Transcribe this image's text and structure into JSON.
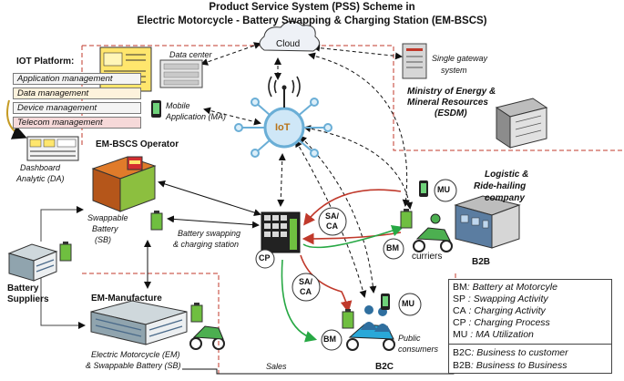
{
  "title": {
    "line1": "Product Service System (PSS) Scheme in",
    "line2": "Electric Motorcycle - Battery Swapping & Charging Station (EM-BSCS)"
  },
  "iot_platform": {
    "heading": "IOT Platform:",
    "items": [
      {
        "label": "Application management",
        "color": "#f4f4f4"
      },
      {
        "label": "Data management",
        "color": "#fdf2dc"
      },
      {
        "label": "Device management",
        "color": "#f4f4f4"
      },
      {
        "label": "Telecom management",
        "color": "#f6d9d9"
      }
    ],
    "dashboard_label_1": "Dashboard",
    "dashboard_label_2": "Analytic (DA)"
  },
  "nodes": {
    "cloud": "Cloud",
    "data_center": "Data center",
    "mobile_app_1": "Mobile",
    "mobile_app_2": "Application (MA)",
    "iot": "IoT",
    "gateway_1": "Single gateway",
    "gateway_2": "system",
    "ministry_1": "Ministry of Energy &",
    "ministry_2": "Mineral Resources",
    "ministry_3": "(ESDM)",
    "operator": "EM-BSCS Operator",
    "swappable_1": "Swappable",
    "swappable_2": "Battery",
    "swappable_3": "(SB)",
    "station_1": "Battery swapping",
    "station_2": "& charging  station",
    "cp": "CP",
    "sa_ca": "SA/",
    "sa_ca_2": "CA",
    "logistic_1": "Logistic &",
    "logistic_2": "Ride-hailing",
    "logistic_3": "company",
    "mu": "MU",
    "bm": "BM",
    "curriers": "curriers",
    "b2b": "B2B",
    "b2c": "B2C",
    "battery_suppliers_1": "Battery",
    "battery_suppliers_2": "Suppliers",
    "manufacture": "EM-Manufacture",
    "em_1": "Electric Motorcycle (EM)",
    "em_2": "& Swappable Battery (SB)",
    "sales": "Sales",
    "public_1": "Public",
    "public_2": "consumers"
  },
  "legend": {
    "rows": [
      {
        "abbr": "BM",
        "text": ": Battery at Motorcyle"
      },
      {
        "abbr": "SP",
        "text": " : Swapping Activity"
      },
      {
        "abbr": "CA",
        "text": " : Charging Activity"
      },
      {
        "abbr": "CP",
        "text": " : Charging Process"
      },
      {
        "abbr": "MU",
        "text": " : MA Utilization"
      }
    ],
    "rows2": [
      {
        "abbr": "B2C",
        "text": ": Business to customer"
      },
      {
        "abbr": "B2B",
        "text": ": Business to Business"
      }
    ]
  },
  "colors": {
    "red": "#c0392b",
    "green": "#27a844",
    "dash_border": "#c0392b",
    "iot_blue": "#6aaed6"
  }
}
